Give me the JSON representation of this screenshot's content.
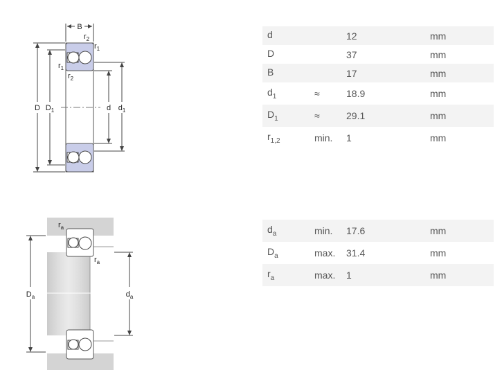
{
  "diagram_top": {
    "labels": {
      "B": "B",
      "r": "r",
      "sub1": "1",
      "sub2": "2",
      "D": "D",
      "d": "d"
    }
  },
  "diagram_bottom": {
    "labels": {
      "r": "r",
      "D": "D",
      "d": "d",
      "sub_a": "a"
    }
  },
  "dimensions": [
    {
      "sym": "d",
      "sub": "",
      "qual": "",
      "value": "12",
      "unit": "mm"
    },
    {
      "sym": "D",
      "sub": "",
      "qual": "",
      "value": "37",
      "unit": "mm"
    },
    {
      "sym": "B",
      "sub": "",
      "qual": "",
      "value": "17",
      "unit": "mm"
    },
    {
      "sym": "d",
      "sub": "1",
      "qual": "≈",
      "value": "18.9",
      "unit": "mm"
    },
    {
      "sym": "D",
      "sub": "1",
      "qual": "≈",
      "value": "29.1",
      "unit": "mm"
    },
    {
      "sym": "r",
      "sub": "1,2",
      "qual": "min.",
      "value": "1",
      "unit": "mm"
    }
  ],
  "abutment": [
    {
      "sym": "d",
      "sub": "a",
      "qual": "min.",
      "value": "17.6",
      "unit": "mm"
    },
    {
      "sym": "D",
      "sub": "a",
      "qual": "max.",
      "value": "31.4",
      "unit": "mm"
    },
    {
      "sym": "r",
      "sub": "a",
      "qual": "max.",
      "value": "1",
      "unit": "mm"
    }
  ],
  "colors": {
    "ring_fill": "#c9cde9",
    "housing_fill": "#d4d4d4",
    "row_alt": "#f3f3f3"
  }
}
